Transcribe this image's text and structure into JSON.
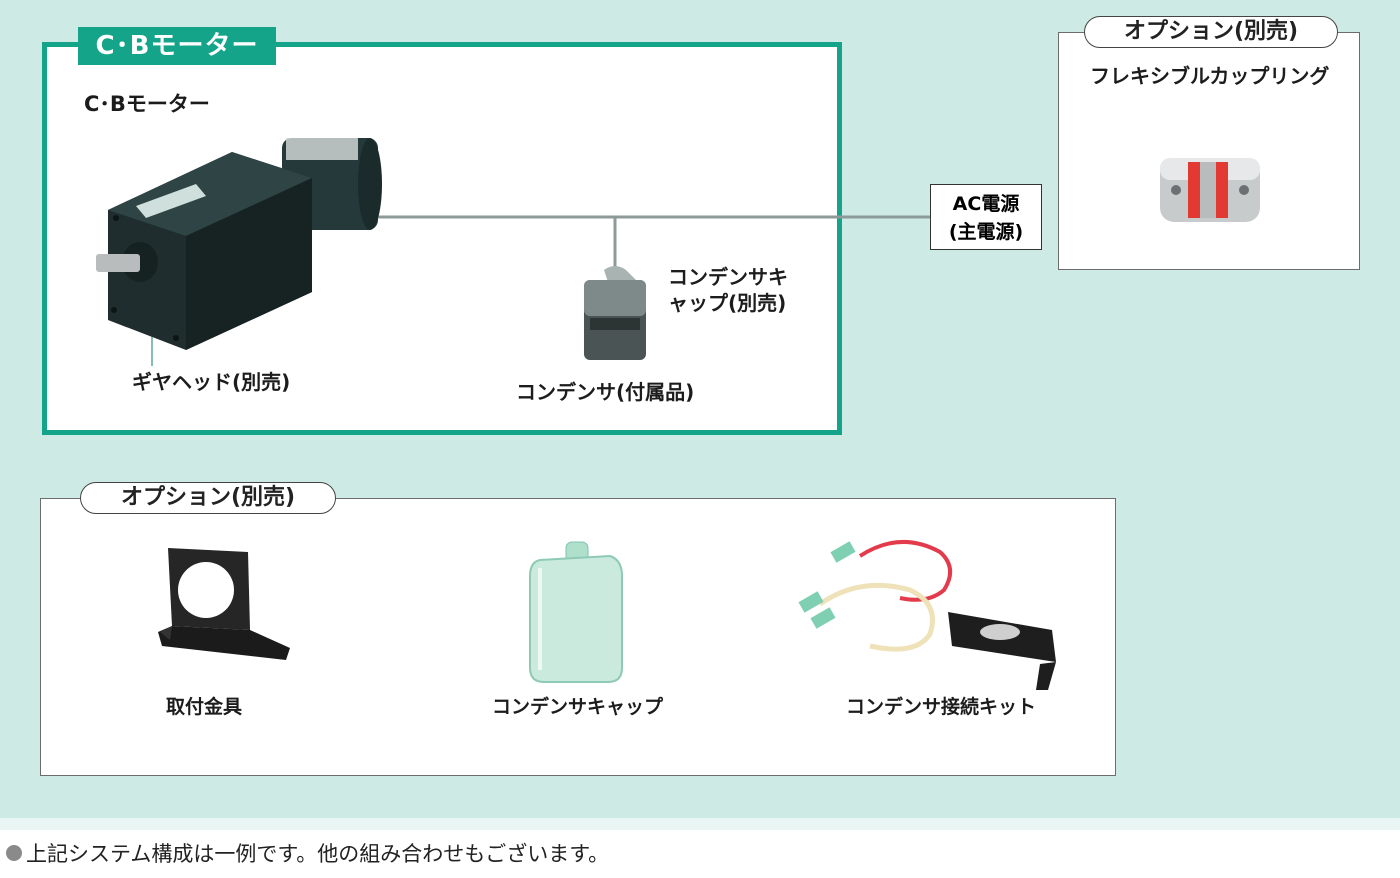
{
  "cb_section": {
    "tab_label": "C･Bモーター",
    "title": "C･Bモーター",
    "gearhead_label": "ギヤヘッド(別売)",
    "capacitor_label": "コンデンサ(付属品)",
    "capacitor_cap_label": "コンデンサキャップ(別売)"
  },
  "power": {
    "line1": "AC電源",
    "line2": "(主電源)"
  },
  "option_right": {
    "header": "オプション(別売)",
    "item_label": "フレキシブルカップリング"
  },
  "option_bottom": {
    "header": "オプション(別売)",
    "items": [
      {
        "label": "取付金具",
        "icon": "mounting-bracket-icon"
      },
      {
        "label": "コンデンサキャップ",
        "icon": "capacitor-cap-icon"
      },
      {
        "label": "コンデンサ接続キット",
        "icon": "connection-kit-icon"
      }
    ]
  },
  "footnote": "上記システム構成は一例です。他の組み合わせもございます。",
  "colors": {
    "background": "#cdebe4",
    "accent": "#14a489",
    "motor": "#1f2e2e",
    "coupling_red": "#e23a33"
  }
}
